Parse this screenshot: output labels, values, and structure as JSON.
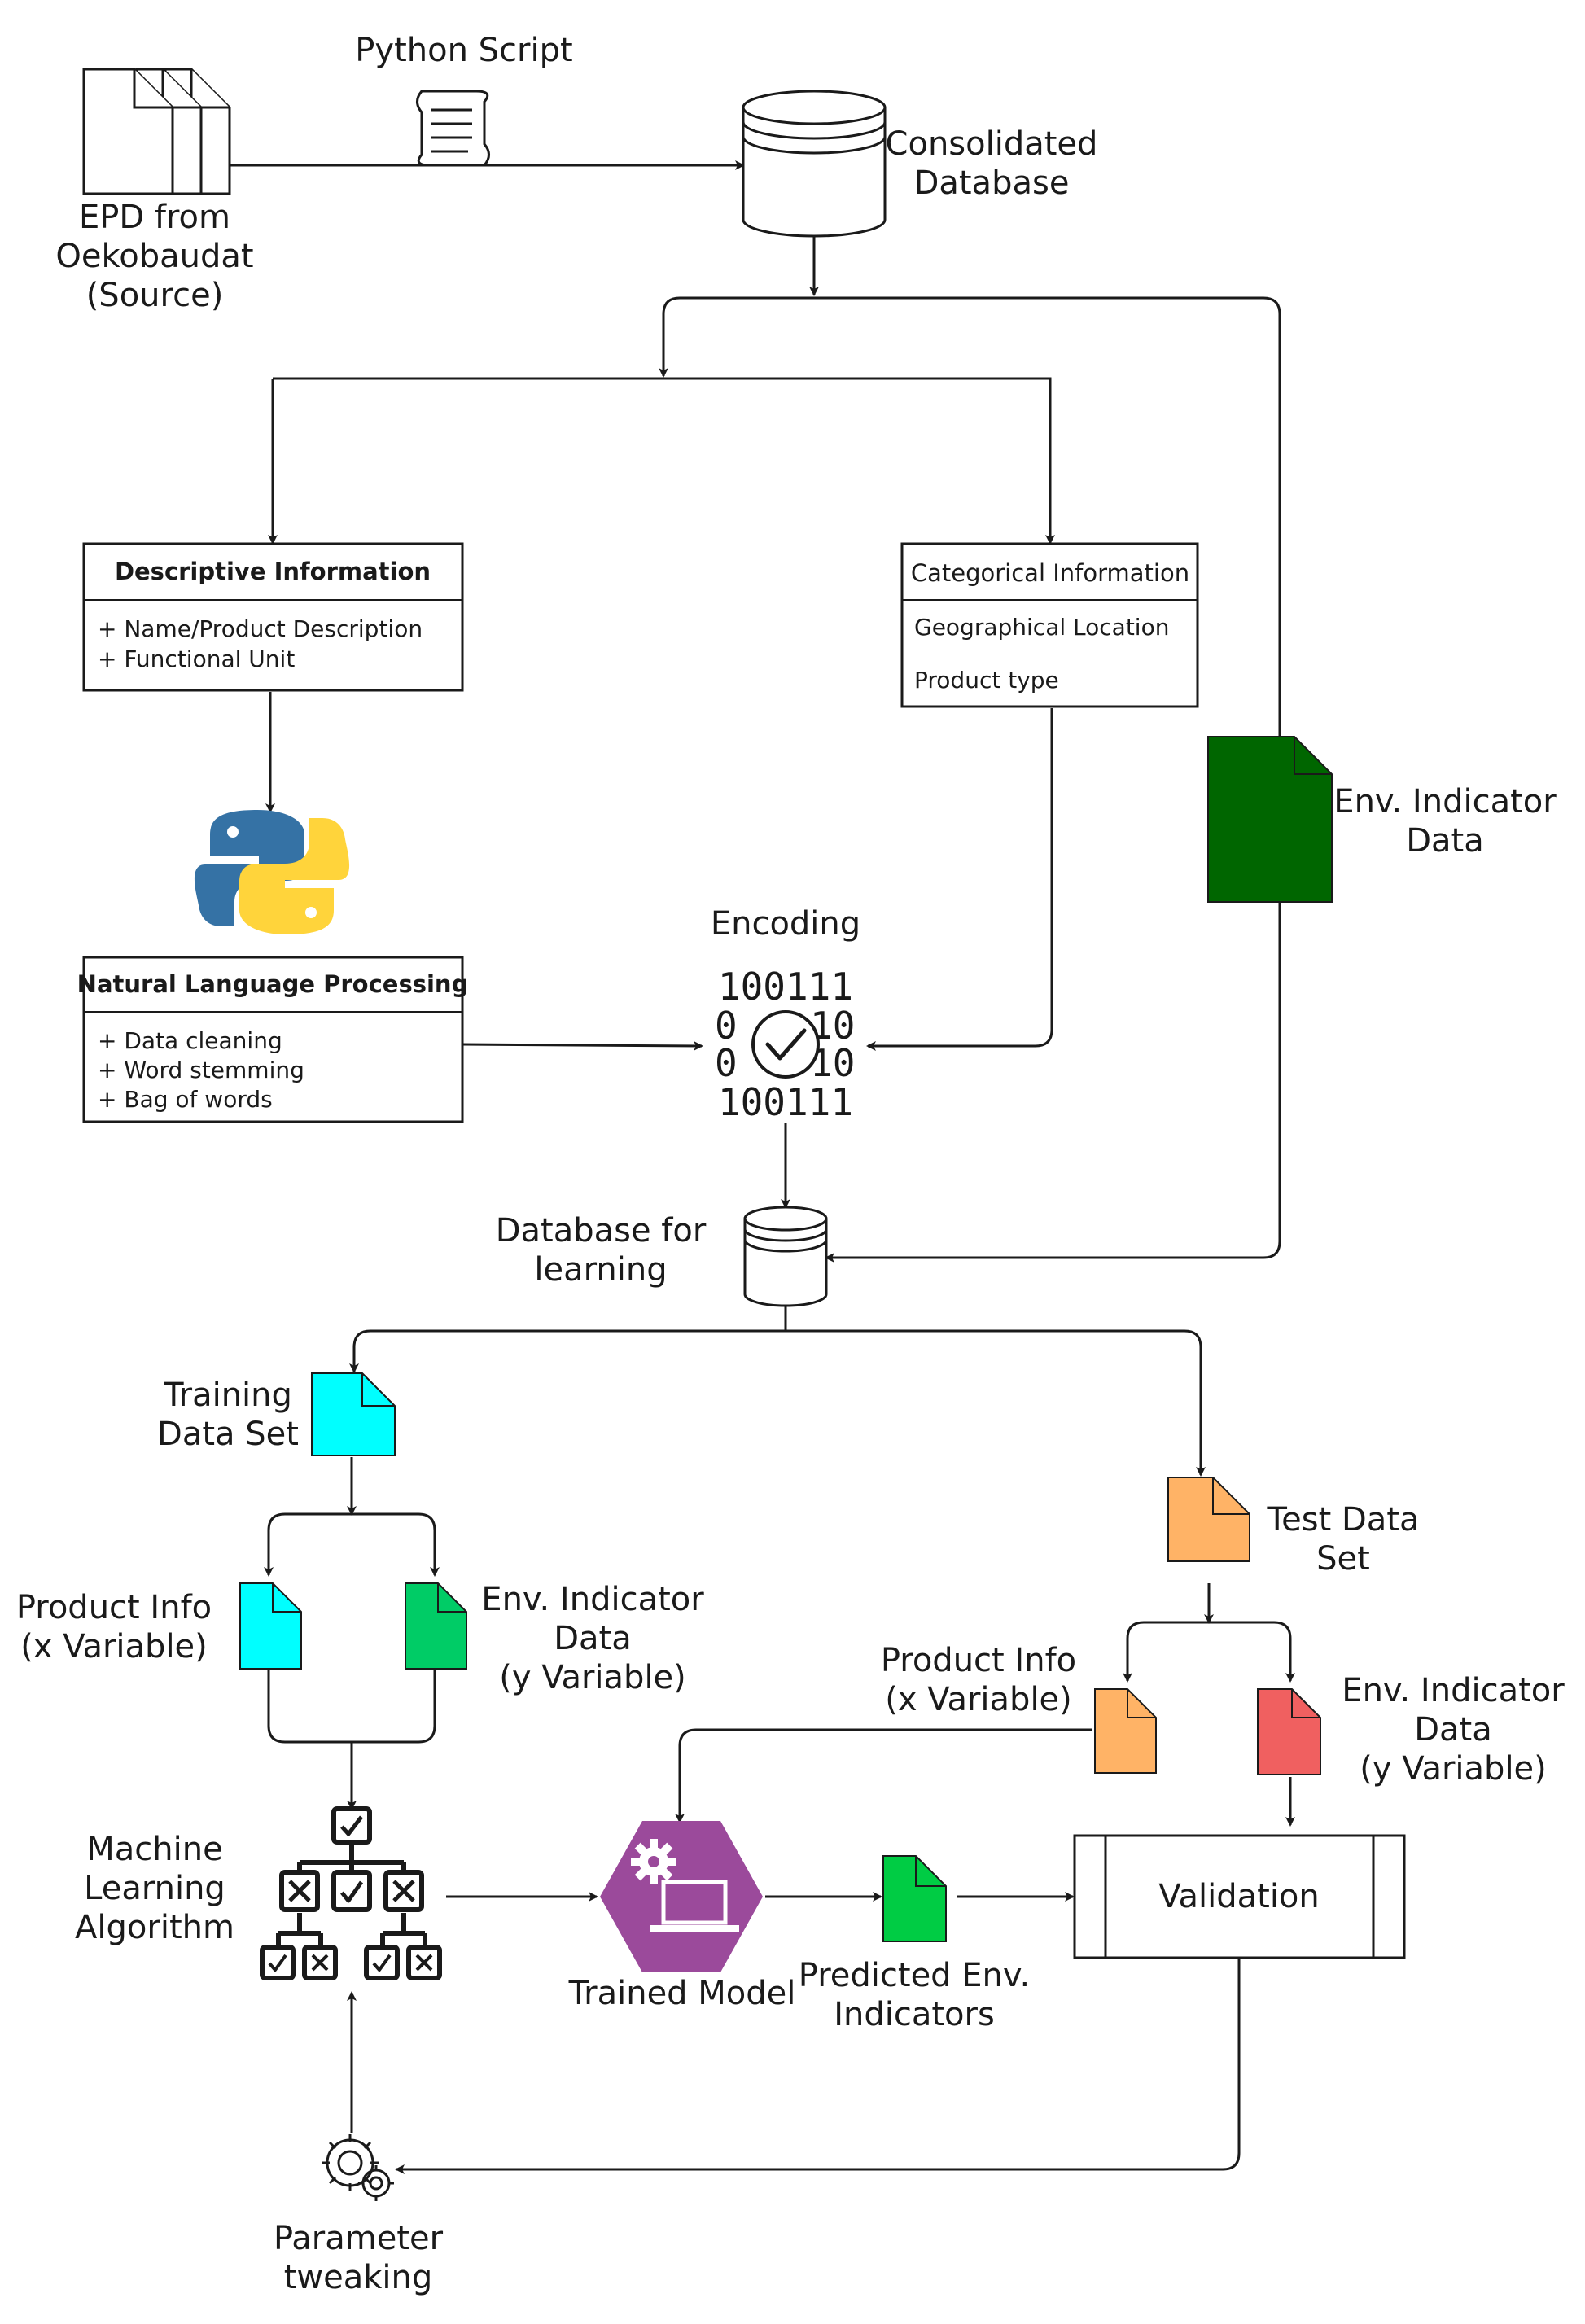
{
  "labels": {
    "python_script": "Python Script",
    "epd_source": [
      "EPD from",
      "Oekobaudat",
      "(Source)"
    ],
    "consolidated_db": [
      "Consolidated",
      "Database"
    ],
    "env_indicator_data": [
      "Env. Indicator",
      "Data"
    ],
    "encoding": "Encoding",
    "db_learning": [
      "Database for",
      "learning"
    ],
    "training_set": [
      "Training",
      "Data Set"
    ],
    "test_set": [
      "Test Data",
      "Set"
    ],
    "train_product_info": [
      "Product Info",
      "(x Variable)"
    ],
    "train_env_indicator": [
      "Env. Indicator",
      "Data",
      "(y Variable)"
    ],
    "test_product_info": [
      "Product Info",
      "(x Variable)"
    ],
    "test_env_indicator": [
      "Env. Indicator",
      "Data",
      "(y Variable)"
    ],
    "ml_algorithm": [
      "Machine",
      "Learning",
      "Algorithm"
    ],
    "trained_model": "Trained Model",
    "predicted": [
      "Predicted Env.",
      "Indicators"
    ],
    "validation": "Validation",
    "parameter_tweaking": [
      "Parameter",
      "tweaking"
    ]
  },
  "boxes": {
    "descriptive": {
      "title": "Descriptive Information",
      "items": [
        "+ Name/Product Description",
        "+ Functional Unit"
      ]
    },
    "categorical": {
      "title": "Categorical Information",
      "items": [
        "Geographical Location",
        "Product type"
      ]
    },
    "nlp": {
      "title": "Natural Language Processing",
      "items": [
        "+ Data cleaning",
        "+ Word stemming",
        "+ Bag of words"
      ]
    }
  },
  "encoding_digits": [
    "100111",
    "0",
    "10",
    "0",
    "10",
    "100111"
  ],
  "colors": {
    "env_indicator_doc": "#006600",
    "training_doc": "#00ffff",
    "train_product_doc": "#00ffff",
    "train_env_doc": "#00cc66",
    "test_doc": "#ffb366",
    "test_product_doc": "#ffb366",
    "test_env_doc": "#f06060",
    "predicted_doc": "#00cc44",
    "trained_model_hex": "#9b4a9b",
    "python_blue": "#3572a5",
    "python_yellow": "#ffd43b"
  },
  "icons": {
    "source_docs": "stacked-documents-icon",
    "script": "script-scroll-icon",
    "database": "database-cylinder-icon",
    "python": "python-logo-icon",
    "encoding": "binary-check-icon",
    "ml": "decision-tree-icon",
    "model": "gear-laptop-hexagon-icon",
    "tweak": "gears-icon"
  }
}
